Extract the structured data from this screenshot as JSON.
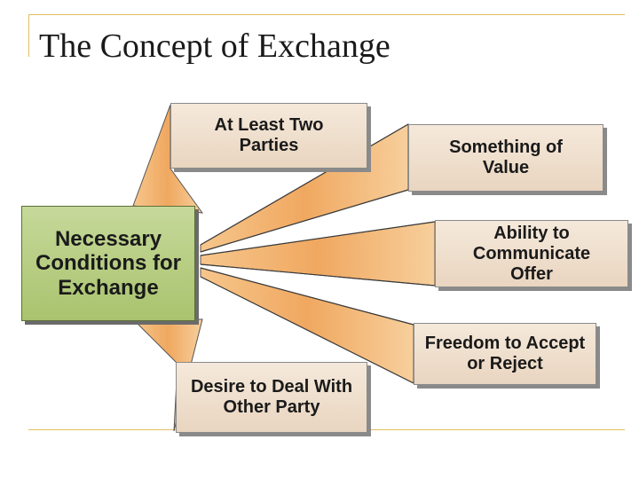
{
  "slide": {
    "title": "The Concept of Exchange"
  },
  "diagram": {
    "center": "Necessary Conditions for Exchange",
    "conditions": {
      "parties": "At Least Two Parties",
      "value": "Something of Value",
      "communicate": "Ability to Communicate Offer",
      "freedom": "Freedom to Accept or Reject",
      "desire": "Desire to Deal With Other Party"
    }
  },
  "colors": {
    "accent_rule": "#e0c060",
    "center_fill": "#b5cc80",
    "box_fill": "#efdfcd",
    "connector_fill": "#f0a860"
  }
}
